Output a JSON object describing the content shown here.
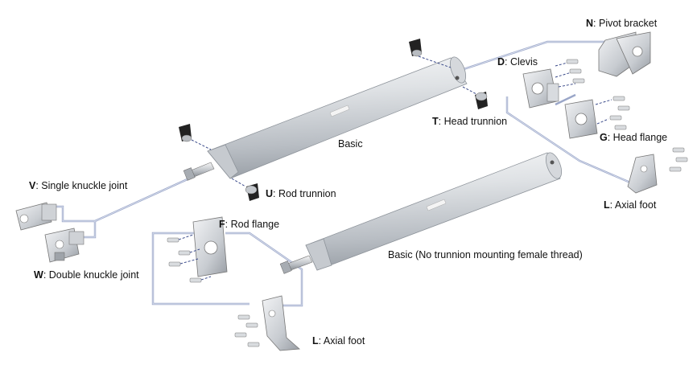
{
  "labels": {
    "pivot_bracket": {
      "letter": "N",
      "text": ": Pivot bracket"
    },
    "clevis": {
      "letter": "D",
      "text": ": Clevis"
    },
    "head_trunnion": {
      "letter": "T",
      "text": ": Head trunnion"
    },
    "head_flange": {
      "letter": "G",
      "text": ": Head flange"
    },
    "axial_foot_right": {
      "letter": "L",
      "text": ": Axial foot"
    },
    "single_knuckle": {
      "letter": "V",
      "text": ": Single knuckle joint"
    },
    "rod_trunnion": {
      "letter": "U",
      "text": ": Rod trunnion"
    },
    "rod_flange": {
      "letter": "F",
      "text": ": Rod flange"
    },
    "double_knuckle": {
      "letter": "W",
      "text": ": Double knuckle joint"
    },
    "axial_foot_bottom": {
      "letter": "L",
      "text": ": Axial foot"
    }
  },
  "cylinders": {
    "basic": "Basic",
    "basic_no_trunnion": "Basic (No trunnion mounting female thread)"
  },
  "colors": {
    "connector_line": "#9aa6c8",
    "metal_light": "#eef0f2",
    "metal_mid": "#c9cdd2",
    "metal_dark": "#8e949b",
    "dash_line": "#3a4a8a"
  }
}
